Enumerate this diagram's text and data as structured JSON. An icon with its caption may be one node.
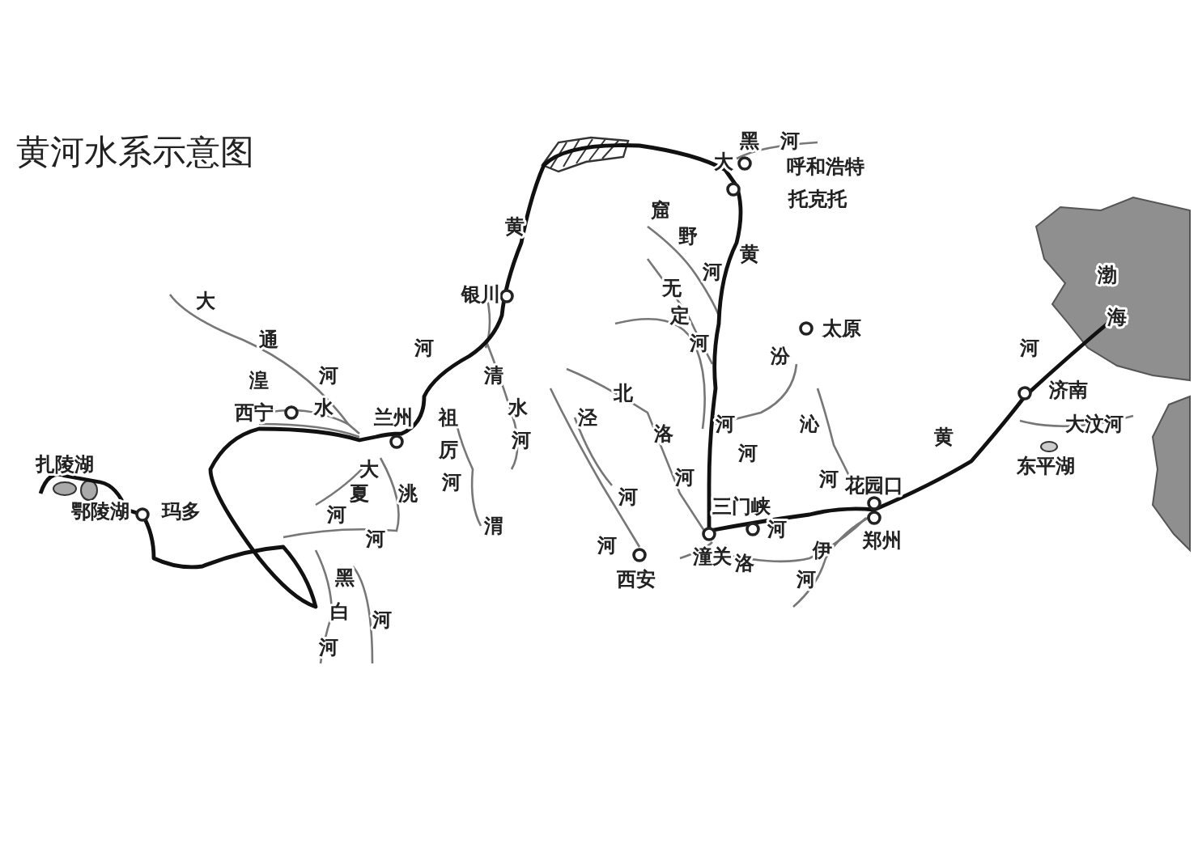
{
  "diagram": {
    "title": "黄河水系示意图",
    "labels": [
      "大黑河",
      "呼和浩特",
      "托克托",
      "黄",
      "窟野河",
      "黄",
      "渤海",
      "大通河",
      "银川",
      "无定河",
      "太原",
      "河",
      "汾河",
      "湟水",
      "清水河",
      "北洛河",
      "泾河",
      "济南",
      "河",
      "西宁",
      "兰州",
      "祖厉河",
      "沁河",
      "黄河",
      "大汶河",
      "扎陵湖",
      "大夏河",
      "东平湖",
      "洮河",
      "花园口",
      "鄂陵湖",
      "玛多",
      "三门峡",
      "渭河",
      "洛河",
      "郑州",
      "潼关",
      "伊河",
      "西安",
      "黑河",
      "白河"
    ]
  }
}
